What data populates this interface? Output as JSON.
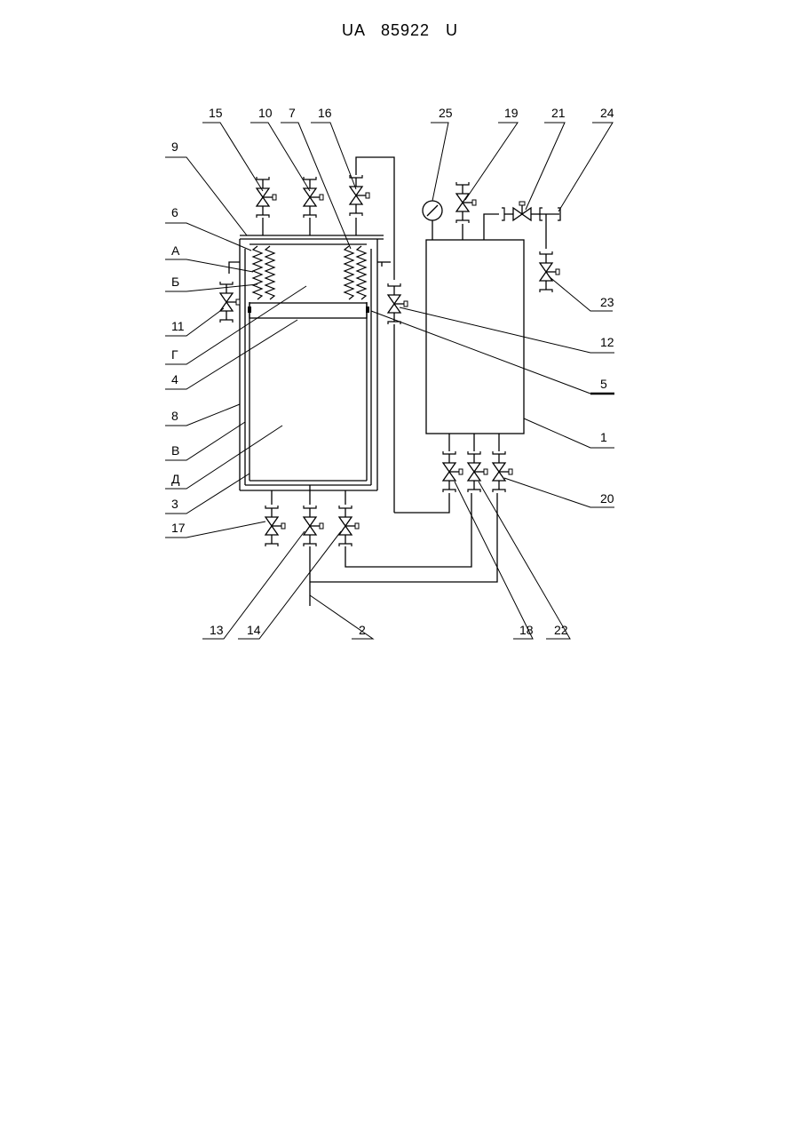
{
  "document": {
    "patent_number": "UA   85922   U"
  },
  "diagram": {
    "labels": {
      "n1": "1",
      "n2": "2",
      "n3": "3",
      "n4": "4",
      "n5": "5",
      "n6": "6",
      "n7": "7",
      "n8": "8",
      "n9": "9",
      "n10": "10",
      "n11": "11",
      "n12": "12",
      "n13": "13",
      "n14": "14",
      "n15": "15",
      "n16": "16",
      "n17": "17",
      "n18": "18",
      "n19": "19",
      "n20": "20",
      "n21": "21",
      "n22": "22",
      "n23": "23",
      "n24": "24",
      "n25": "25",
      "A": "А",
      "B": "Б",
      "V": "В",
      "G": "Г",
      "D": "Д"
    }
  }
}
